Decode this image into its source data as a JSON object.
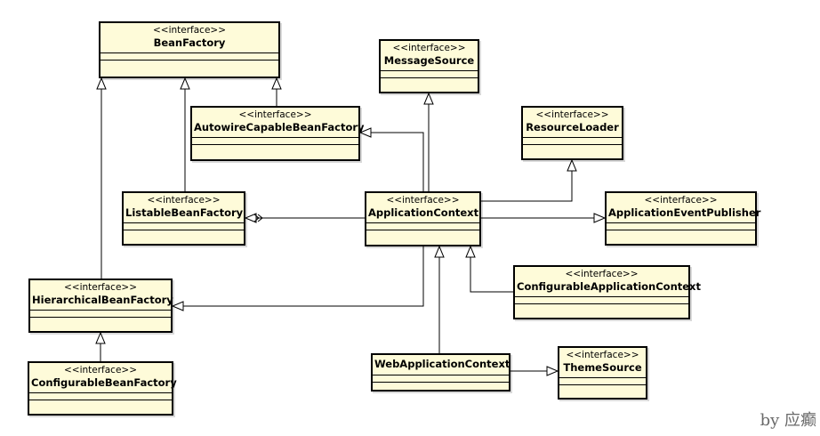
{
  "stereotype": "<<interface>>",
  "classes": {
    "bean_factory": "BeanFactory",
    "message_source": "MessageSource",
    "autowire_capable_bean_factory": "AutowireCapableBeanFactory",
    "resource_loader": "ResourceLoader",
    "listable_bean_factory": "ListableBeanFactory",
    "application_context": "ApplicationContext",
    "application_event_publisher": "ApplicationEventPublisher",
    "hierarchical_bean_factory": "HierarchicalBeanFactory",
    "configurable_application_context": "ConfigurableApplicationContext",
    "web_application_context": "WebApplicationContext",
    "theme_source": "ThemeSource",
    "configurable_bean_factory": "ConfigurableBeanFactory"
  },
  "watermark": "by 应癫",
  "colors": {
    "class_fill": "#fefbd9",
    "stroke": "#000000",
    "watermark": "#6a6a6a"
  }
}
